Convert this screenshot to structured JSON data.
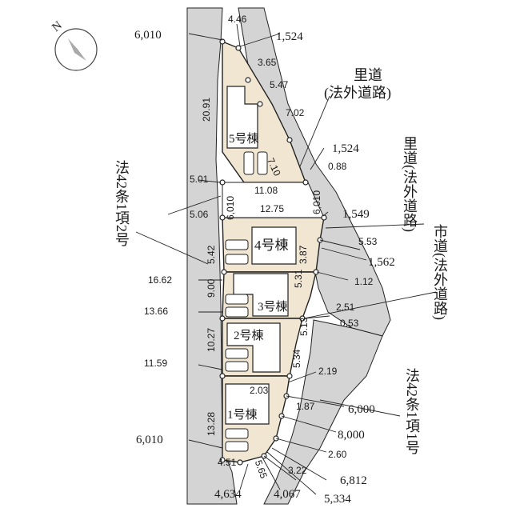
{
  "colors": {
    "road": "#d4d4d4",
    "lot": "#f0e6d2",
    "building": "#ffffff",
    "line": "#222222"
  },
  "icons": {
    "north": "north-arrow-icon",
    "car": "car-icon"
  },
  "compass": {
    "label": "N"
  },
  "buildings": {
    "b5": "5号棟",
    "b4": "4号棟",
    "b3": "3号棟",
    "b2": "2号棟",
    "b1": "1号棟"
  },
  "roads": {
    "satomichi_top": [
      "里道",
      "(法外道路)"
    ],
    "satomichi_right": "里道(法外道路)",
    "shido": "市道(法外道路)",
    "law_left": "法42条1項2号",
    "law_right": "法42条1項1号"
  },
  "dimensions": {
    "d6010_top": "6,010",
    "d446": "4.46",
    "d1524_top": "1,524",
    "d365": "3.65",
    "d547": "5.47",
    "d2091": "20.91",
    "d702": "7.02",
    "d1524_mid": "1,524",
    "d710": "7.10",
    "d088": "0.88",
    "d501": "5.01",
    "d1108": "11.08",
    "d6010_l": "6,010",
    "d6010_r": "6,010",
    "d506": "5.06",
    "d1275": "12.75",
    "d1549": "1,549",
    "d553": "5.53",
    "d542": "5.42",
    "d387": "3.87",
    "d1562": "1,562",
    "d1662": "16.62",
    "d112": "1.12",
    "d531": "5.31",
    "d900": "9.00",
    "d251": "2.51",
    "d1366": "13.66",
    "d053": "0.53",
    "d513": "5.13",
    "d1027": "10.27",
    "d1159": "11.59",
    "d534": "5.34",
    "d219": "2.19",
    "d203": "2.03",
    "d6000": "6,000",
    "d187": "1.87",
    "d1328": "13.28",
    "d8000": "8,000",
    "d6010_bot": "6,010",
    "d260": "2.60",
    "d565": "5.65",
    "d322": "3.22",
    "d6812": "6,812",
    "d451": "4.51",
    "d4634": "4,634",
    "d4067": "4,067",
    "d5334": "5,334"
  }
}
